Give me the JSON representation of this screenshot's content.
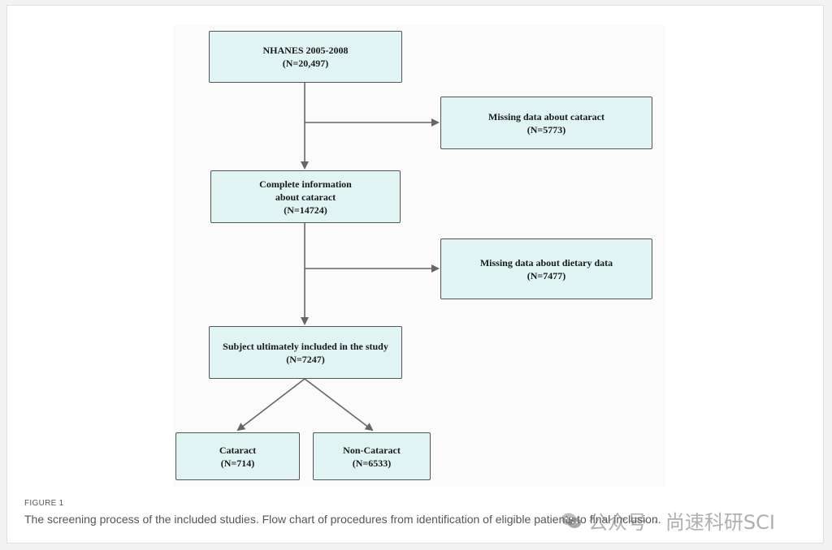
{
  "flowchart": {
    "nodes": {
      "nhanes": {
        "line1": "NHANES 2005-2008",
        "line2": "(N=20,497)"
      },
      "missing_cataract": {
        "line1": "Missing data about cataract",
        "line2": "(N=5773)"
      },
      "complete_info": {
        "line1": "Complete information",
        "line2": "about cataract",
        "line3": "(N=14724)"
      },
      "missing_dietary": {
        "line1": "Missing data about dietary data",
        "line2": "(N=7477)"
      },
      "included": {
        "line1": "Subject ultimately included in the study",
        "line2": "(N=7247)"
      },
      "cataract": {
        "line1": "Cataract",
        "line2": "(N=714)"
      },
      "non_cataract": {
        "line1": "Non-Cataract",
        "line2": "(N=6533)"
      }
    },
    "colors": {
      "node_fill": "#dff4f3",
      "node_border": "#555555",
      "edge": "#666666"
    }
  },
  "caption": {
    "label": "FIGURE 1",
    "text": "The screening process of the included studies. Flow chart of procedures from identification of eligible patients to final inclusion."
  },
  "watermark": {
    "icon": "wechat-icon",
    "text": "公众号 · 尚速科研SCI"
  }
}
